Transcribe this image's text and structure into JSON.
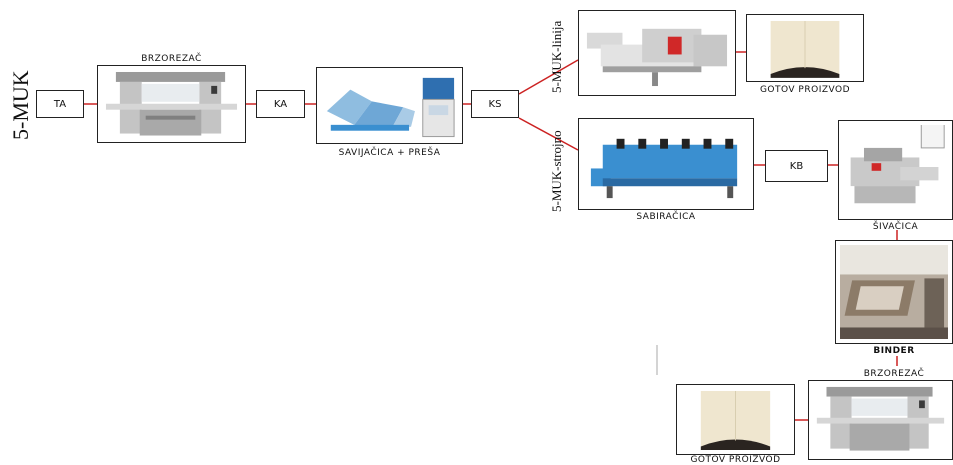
{
  "title": "5-MUK",
  "branch_top": "5-MUK-linija",
  "branch_bottom": "5-MUK-strojno",
  "nodes": {
    "ta": "TA",
    "ka": "KA",
    "ks": "KS",
    "kb": "KB"
  },
  "labels": {
    "cutter1": "BRZOREZAČ",
    "folder": "SAVIJAČICA + PREŠA",
    "finished1": "GOTOV PROIZVOD",
    "gatherer": "SABIRAČICA",
    "sewer": "ŠIVAČICA",
    "binder": "BINDER",
    "cutter2": "BRZOREZAČ",
    "finished2": "GOTOV PROIZVOD"
  },
  "colors": {
    "connector": "#cc2222",
    "machine_blue": "#3a8fd0",
    "machine_grey": "#b8b8b8"
  }
}
